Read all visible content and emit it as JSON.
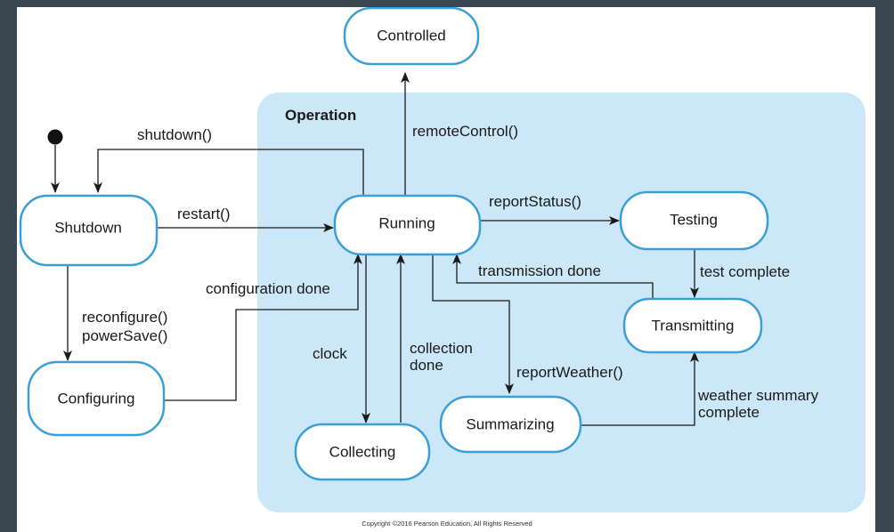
{
  "diagram": {
    "region_label": "Operation",
    "colors": {
      "region_fill": "#cce7f8",
      "state_border": "#3b9fd6",
      "background": "#3a4750"
    },
    "states": {
      "controlled": "Controlled",
      "shutdown": "Shutdown",
      "running": "Running",
      "testing": "Testing",
      "transmitting": "Transmitting",
      "configuring": "Configuring",
      "collecting": "Collecting",
      "summarizing": "Summarizing"
    },
    "transitions": {
      "shutdown": "shutdown()",
      "restart": "restart()",
      "remote_control": "remoteControl()",
      "report_status": "reportStatus()",
      "transmission_done": "transmission done",
      "test_complete": "test complete",
      "configuration_done": "configuration done",
      "reconfigure": "reconfigure()",
      "power_save": "powerSave()",
      "clock": "clock",
      "collection_done_1": "collection",
      "collection_done_2": "done",
      "report_weather": "reportWeather()",
      "weather_summary_1": "weather summary",
      "weather_summary_2": "complete"
    },
    "copyright": "Copyright ©2016 Pearson Education, All Rights Reserved"
  }
}
